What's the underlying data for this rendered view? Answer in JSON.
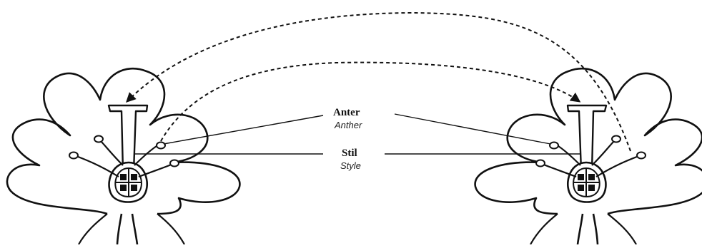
{
  "labels": {
    "anther": {
      "primary": "Anter",
      "secondary": "Anther"
    },
    "style": {
      "primary": "Stil",
      "secondary": "Style"
    }
  },
  "icons": {
    "left_flower": "flower-icon",
    "right_flower": "flower-icon",
    "pollination_arrows": "dashed-arrow-icon"
  },
  "colors": {
    "line": "#111111",
    "background": "#ffffff"
  }
}
